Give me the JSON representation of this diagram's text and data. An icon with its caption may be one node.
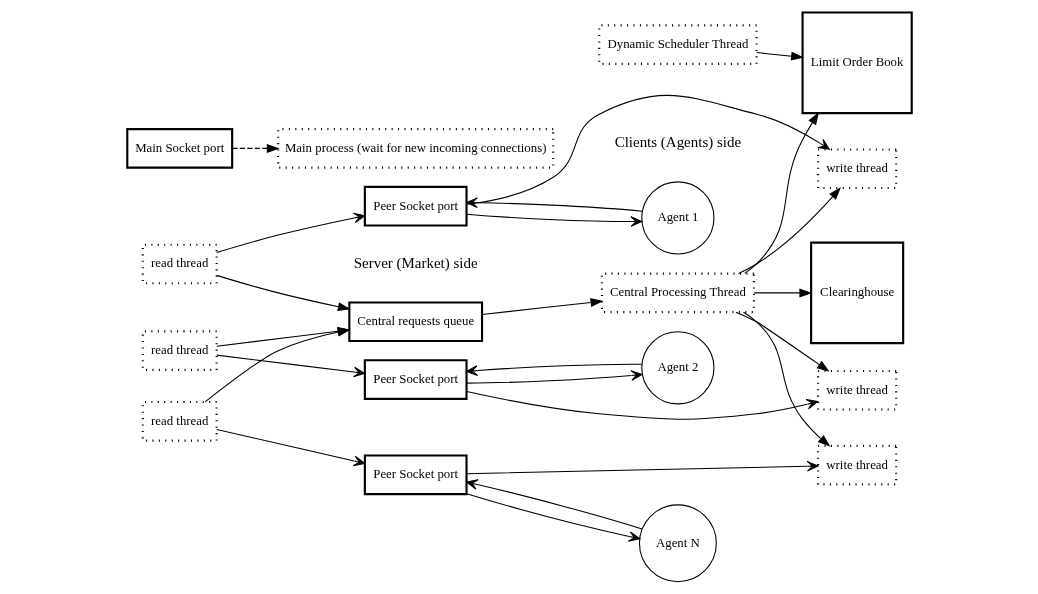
{
  "diagram": {
    "nodes": [
      {
        "text": [
          "Clearinghouse"
        ]
      },
      {
        "text": [
          "Central requests queue"
        ]
      },
      {
        "text": [
          "Central Processing Thread"
        ]
      },
      {
        "text": [
          "Limit Order Book"
        ]
      },
      {
        "text": [
          "Dynamic Scheduler Thread"
        ]
      },
      {
        "text": [
          "read thread"
        ]
      },
      {
        "text": [
          "write thread"
        ]
      },
      {
        "text": [
          "Peer Socket port"
        ]
      },
      {
        "text": [
          "Agent 1"
        ]
      },
      {
        "text": [
          "read thread"
        ]
      },
      {
        "text": [
          "write thread"
        ]
      },
      {
        "text": [
          "Peer Socket port"
        ]
      },
      {
        "text": [
          "Agent 2"
        ]
      },
      {
        "text": [
          "read thread"
        ]
      },
      {
        "text": [
          "write thread"
        ]
      },
      {
        "text": [
          "Peer Socket port"
        ]
      },
      {
        "text": [
          "Agent N"
        ]
      },
      {
        "text": [
          "Main process (wait for new incoming connections)"
        ]
      },
      {
        "text": [
          "Main Socket port"
        ]
      }
    ],
    "edges": [
      {
        "from": 1,
        "to": 2,
        "arrow": "to"
      },
      {
        "from": 2,
        "to": 0,
        "arrow": "to"
      },
      {
        "from": 2,
        "to": 3,
        "arrow": "to"
      },
      {
        "from": 4,
        "to": 3,
        "arrow": "to"
      },
      {
        "from": 5,
        "to": 1,
        "arrow": "to"
      },
      {
        "from": 9,
        "to": 1,
        "arrow": "to"
      },
      {
        "from": 13,
        "to": 1,
        "arrow": "to"
      },
      {
        "from": 2,
        "to": 6,
        "arrow": "to"
      },
      {
        "from": 2,
        "to": 10,
        "arrow": "to"
      },
      {
        "from": 2,
        "to": 14,
        "arrow": "to"
      },
      {
        "from": 5,
        "to": 7,
        "arrow": "to"
      },
      {
        "from": 7,
        "to": 6,
        "arrow": "to"
      },
      {
        "from": 8,
        "to": 7,
        "arrow": "to"
      },
      {
        "from": 7,
        "to": 8,
        "arrow": "to"
      },
      {
        "from": 9,
        "to": 11,
        "arrow": "to"
      },
      {
        "from": 11,
        "to": 10,
        "arrow": "to"
      },
      {
        "from": 12,
        "to": 11,
        "arrow": "to"
      },
      {
        "from": 11,
        "to": 12,
        "arrow": "to"
      },
      {
        "from": 13,
        "to": 15,
        "arrow": "to"
      },
      {
        "from": 15,
        "to": 14,
        "arrow": "to"
      },
      {
        "from": 16,
        "to": 15,
        "arrow": "to"
      },
      {
        "from": 15,
        "to": 16,
        "arrow": "to"
      },
      {
        "from": 18,
        "to": 17,
        "arrow": "to",
        "style": "dashed"
      }
    ],
    "labels": [
      "Server (Market) side",
      "Clients (Agents) side"
    ]
  }
}
